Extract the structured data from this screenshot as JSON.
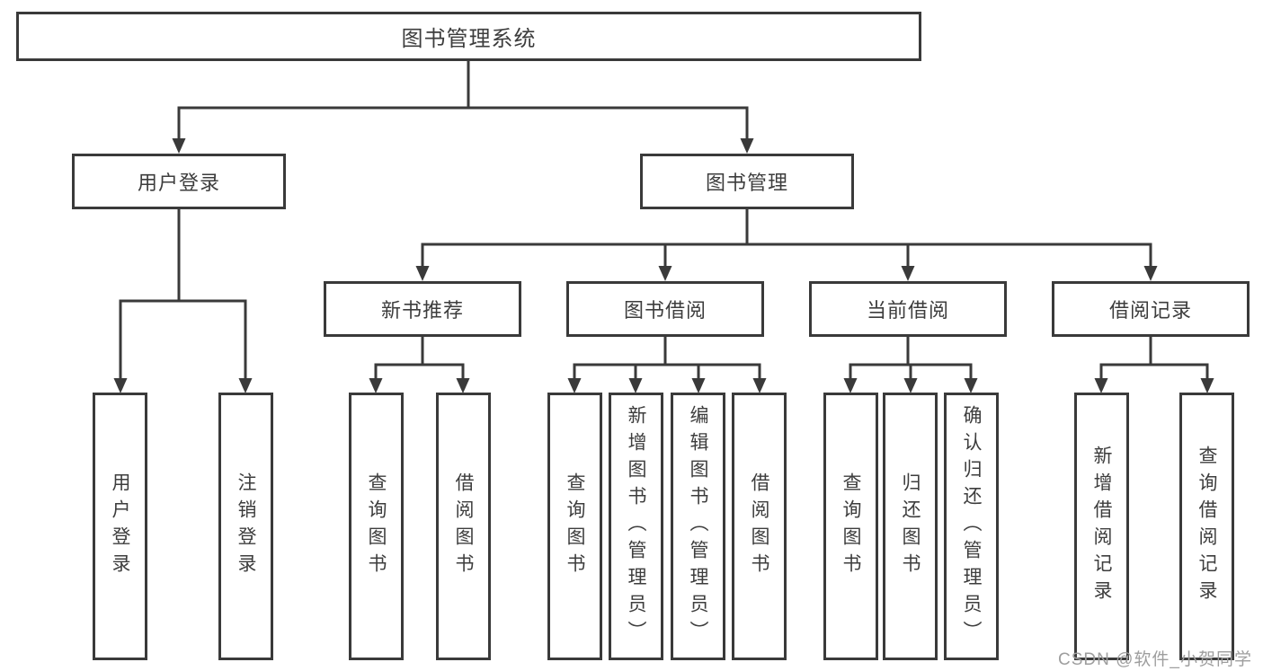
{
  "diagram": {
    "title": "图书管理系统",
    "nodes": {
      "root": "图书管理系统",
      "user_login": "用户登录",
      "book_mgmt": "图书管理",
      "new_book_rec": "新书推荐",
      "book_borrow": "图书借阅",
      "current_borrow": "当前借阅",
      "borrow_record": "借阅记录",
      "leaf_user_login": "用户登录",
      "leaf_logout": "注销登录",
      "leaf_nb_query": "查询图书",
      "leaf_nb_borrow": "借阅图书",
      "leaf_bb_query": "查询图书",
      "leaf_bb_add": "新增图书（管理员）",
      "leaf_bb_edit": "编辑图书（管理员）",
      "leaf_bb_borrow": "借阅图书",
      "leaf_cb_query": "查询图书",
      "leaf_cb_return": "归还图书",
      "leaf_cb_confirm": "确认归还（管理员）",
      "leaf_br_add": "新增借阅记录",
      "leaf_br_query": "查询借阅记录"
    },
    "hierarchy": {
      "图书管理系统": {
        "用户登录": [
          "用户登录",
          "注销登录"
        ],
        "图书管理": {
          "新书推荐": [
            "查询图书",
            "借阅图书"
          ],
          "图书借阅": [
            "查询图书",
            "新增图书（管理员）",
            "编辑图书（管理员）",
            "借阅图书"
          ],
          "当前借阅": [
            "查询图书",
            "归还图书",
            "确认归还（管理员）"
          ],
          "借阅记录": [
            "新增借阅记录",
            "查询借阅记录"
          ]
        }
      }
    }
  },
  "watermark": "CSDN @软件_小贺同学",
  "colors": {
    "line": "#3a3a3a",
    "text": "#3d3d3d",
    "watermark_text": "#9e9e9e",
    "background": "#ffffff"
  }
}
